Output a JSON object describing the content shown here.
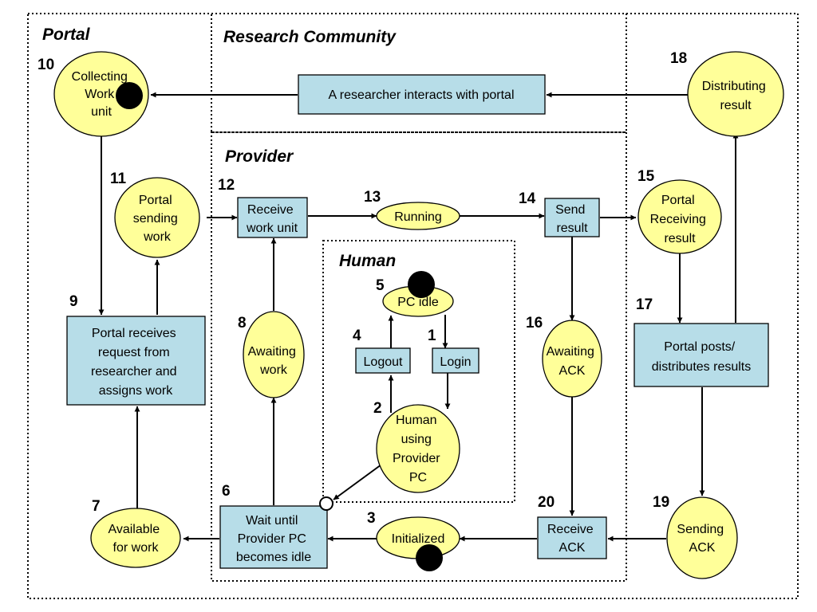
{
  "regions": {
    "portal": "Portal",
    "research_community": "Research Community",
    "provider": "Provider",
    "human": "Human"
  },
  "nodes": {
    "n1": {
      "num": "1",
      "lines": [
        "Login"
      ]
    },
    "n2": {
      "num": "2",
      "lines": [
        "Human",
        "using",
        "Provider",
        "PC"
      ]
    },
    "n3": {
      "num": "3",
      "lines": [
        "Initialized"
      ]
    },
    "n4": {
      "num": "4",
      "lines": [
        "Logout"
      ]
    },
    "n5": {
      "num": "5",
      "lines": [
        "PC idle"
      ]
    },
    "n6": {
      "num": "6",
      "lines": [
        "Wait until",
        "Provider PC",
        "becomes idle"
      ]
    },
    "n7": {
      "num": "7",
      "lines": [
        "Available",
        "for work"
      ]
    },
    "n8": {
      "num": "8",
      "lines": [
        "Awaiting",
        "work"
      ]
    },
    "n9": {
      "num": "9",
      "lines": [
        "Portal receives",
        "request from",
        "researcher and",
        "assigns work"
      ]
    },
    "n10": {
      "num": "10",
      "lines": [
        "Collecting",
        "Work",
        "unit"
      ]
    },
    "n11": {
      "num": "11",
      "lines": [
        "Portal",
        "sending",
        "work"
      ]
    },
    "n12": {
      "num": "12",
      "lines": [
        "Receive",
        "work unit"
      ]
    },
    "n13": {
      "num": "13",
      "lines": [
        "Running"
      ]
    },
    "n14": {
      "num": "14",
      "lines": [
        "Send",
        "result"
      ]
    },
    "n15": {
      "num": "15",
      "lines": [
        "Portal",
        "Receiving",
        "result"
      ]
    },
    "n16": {
      "num": "16",
      "lines": [
        "Awaiting",
        "ACK"
      ]
    },
    "n17": {
      "num": "17",
      "lines": [
        "Portal posts/",
        "distributes results"
      ]
    },
    "n18": {
      "num": "18",
      "lines": [
        "Distributing",
        "result"
      ]
    },
    "n19": {
      "num": "19",
      "lines": [
        "Sending",
        "ACK"
      ]
    },
    "n20": {
      "num": "20",
      "lines": [
        "Receive",
        "ACK"
      ]
    },
    "researcher": {
      "num": "",
      "lines": [
        "A researcher interacts with portal"
      ]
    }
  }
}
